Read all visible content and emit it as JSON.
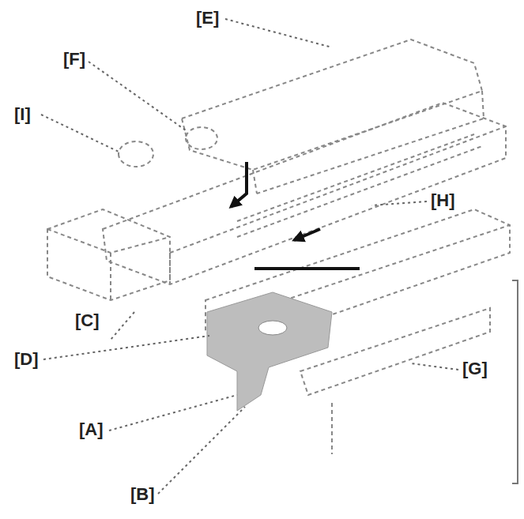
{
  "diagram": {
    "labels": [
      "[E]",
      "[F]",
      "[I]",
      "[H]",
      "[C]",
      "[G]",
      "[D]",
      "[A]",
      "[B]"
    ]
  }
}
